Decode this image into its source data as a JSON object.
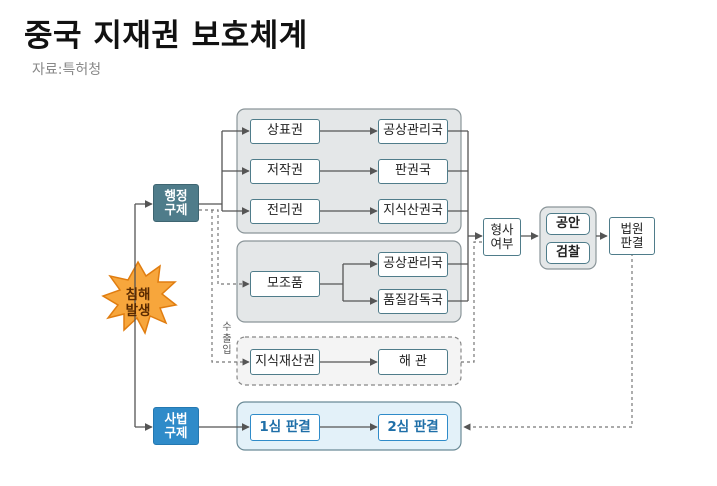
{
  "header": {
    "title": "중국 지재권 보호체계",
    "source": "자료:특허청"
  },
  "trigger": {
    "label": "침해\n발생"
  },
  "branches": {
    "admin": "행정\n구제",
    "judicial": "사법\n구제"
  },
  "admin_group_1": {
    "rights": [
      "상표권",
      "저작권",
      "전리권"
    ],
    "agencies": [
      "공상관리국",
      "판권국",
      "지식산권국"
    ]
  },
  "admin_group_2": {
    "right": "모조품",
    "agencies": [
      "공상관리국",
      "품질감독국"
    ]
  },
  "customs_group": {
    "vertical_label": "수\n출\n입",
    "right": "지식재산권",
    "agency": "해 관"
  },
  "criminal": {
    "check": "형사\n여부",
    "agencies": [
      "공안",
      "검찰"
    ],
    "court": "법원\n판결"
  },
  "judicial_group": {
    "first": "1심 판결",
    "second": "2심 판결"
  },
  "colors": {
    "admin_box": "#4f7c8a",
    "judicial_box": "#2f8bc9",
    "burst": "#f7a63c",
    "group_fill": "#e4e7e8",
    "judicial_group_fill": "#e3f1f9"
  }
}
